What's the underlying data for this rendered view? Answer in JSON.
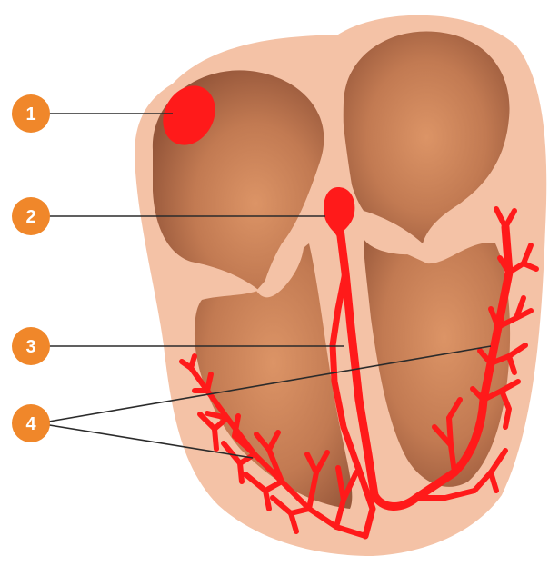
{
  "colors": {
    "heart_outer": "#f4c2a6",
    "chamber_dark": "#9c5a3c",
    "chamber_light": "#d89064",
    "conduction": "#ff1a1a",
    "badge": "#f0872a",
    "leader_line": "#2b2b2b"
  },
  "markers": [
    {
      "number": "1"
    },
    {
      "number": "2"
    },
    {
      "number": "3"
    },
    {
      "number": "4"
    }
  ]
}
